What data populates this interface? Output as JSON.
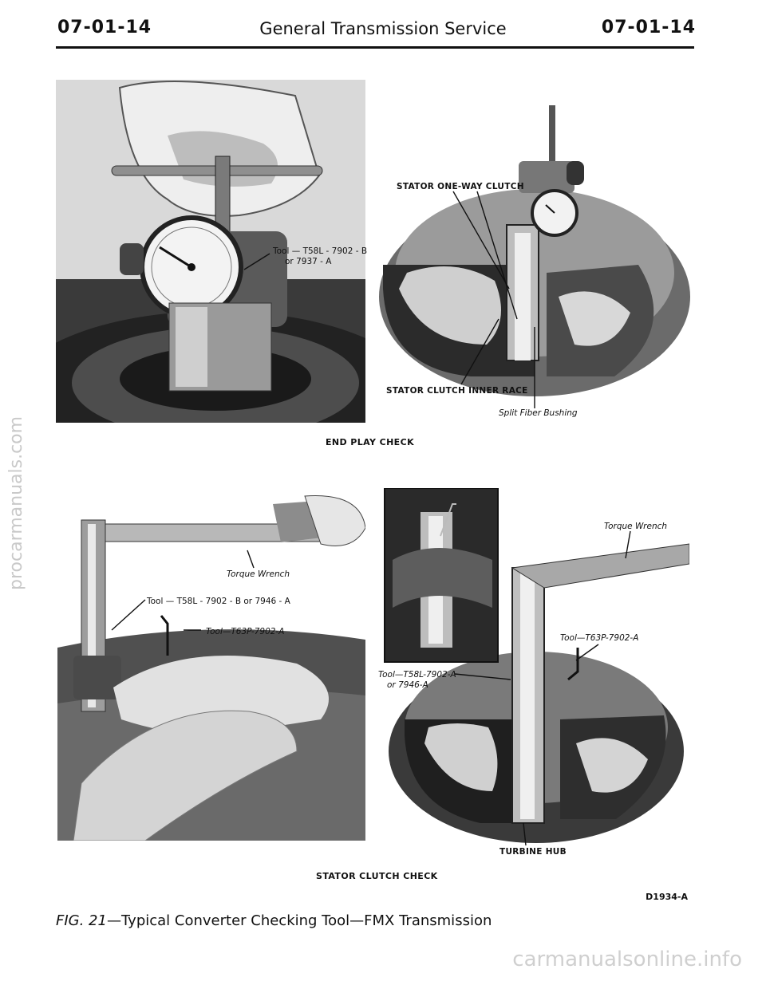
{
  "header": {
    "page_left": "07-01-14",
    "title": "General Transmission Service",
    "page_right": "07-01-14"
  },
  "end_play": {
    "left_labels": {
      "tool_line1": "Tool — T58L - 7902 - B",
      "tool_line2": "or 7937 - A"
    },
    "right_labels": {
      "stator_one_way": "STATOR ONE-WAY CLUTCH",
      "stator_inner_race": "STATOR CLUTCH INNER RACE",
      "split_fiber": "Split Fiber Bushing"
    },
    "caption": "END PLAY CHECK"
  },
  "stator_check": {
    "left_labels": {
      "torque_wrench": "Torque Wrench",
      "tool_t58l": "Tool — T58L - 7902 - B or 7946 - A",
      "tool_t63p": "Tool—T63P-7902-A"
    },
    "right_labels": {
      "torque_wrench": "Torque Wrench",
      "tool_t63p": "Tool—T63P-7902-A",
      "tool_t58l_line1": "Tool—T58L-7902-A",
      "tool_t58l_line2": "or 7946-A",
      "turbine_hub": "TURBINE HUB"
    },
    "caption": "STATOR CLUTCH CHECK"
  },
  "drawing_code": "D1934-A",
  "figure": {
    "number": "FIG. 21",
    "caption": "—Typical Converter Checking Tool—FMX Transmission"
  },
  "watermarks": {
    "side": "procarmanuals.com",
    "bottom": "carmanualsonline.info"
  }
}
